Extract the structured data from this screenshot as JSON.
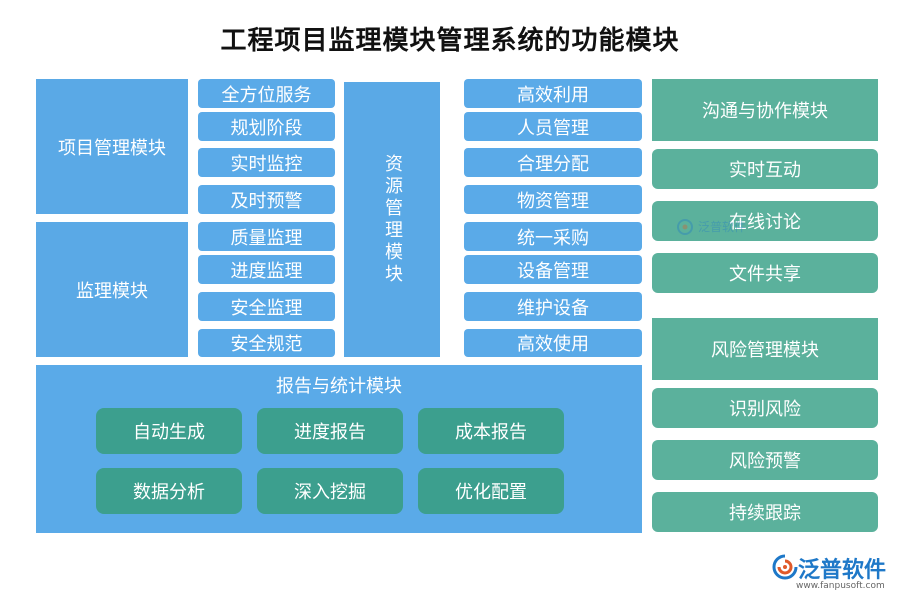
{
  "title": "工程项目监理模块管理系统的功能模块",
  "project_module": {
    "label": "项目管理模块",
    "items": [
      "全方位服务",
      "规划阶段",
      "实时监控",
      "及时预警"
    ]
  },
  "supervision_module": {
    "label": "监理模块",
    "items": [
      "质量监理",
      "进度监理",
      "安全监理",
      "安全规范"
    ]
  },
  "resource_module": {
    "label": "资源管理模块",
    "items": [
      "高效利用",
      "人员管理",
      "合理分配",
      "物资管理",
      "统一采购",
      "设备管理",
      "维护设备",
      "高效使用"
    ]
  },
  "report_module": {
    "label": "报告与统计模块",
    "items": [
      "自动生成",
      "进度报告",
      "成本报告",
      "数据分析",
      "深入挖掘",
      "优化配置"
    ]
  },
  "communication_module": {
    "label": "沟通与协作模块",
    "items": [
      "实时互动",
      "在线讨论",
      "文件共享"
    ]
  },
  "risk_module": {
    "label": "风险管理模块",
    "items": [
      "识别风险",
      "风险预警",
      "持续跟踪"
    ]
  },
  "logo": {
    "name": "泛普软件",
    "url": "www.fanpusoft.com",
    "watermark": "泛普软件"
  },
  "colors": {
    "blue": "#5aaae8",
    "green": "#5bb19c",
    "teal": "#3c9f8e"
  }
}
